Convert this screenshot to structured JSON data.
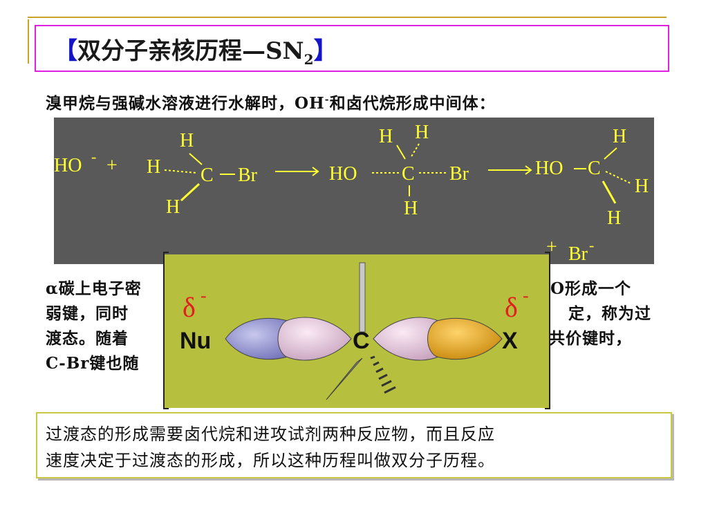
{
  "title": {
    "bracket_open": "【",
    "main": "双分子亲核历程—SN",
    "sub": "2",
    "bracket_close": "】"
  },
  "intro": {
    "before": "溴甲烷与强碱水溶液进行水解时，OH",
    "sup": "-",
    "after": "和卤代烷形成中间体："
  },
  "scheme": {
    "hydroxide": "HO",
    "minus": "-",
    "plus": "+",
    "h": "H",
    "c": "C",
    "br": "Br",
    "ho": "HO",
    "product_plus": "+",
    "bromide": "Br",
    "bromide_minus": "-"
  },
  "paragraph": {
    "line1_left": "α碳上电子密",
    "line1_right": "O形成一个",
    "line2_left": "弱键，同时",
    "line2_right": "定，称为过",
    "line3_left": "渡态。随着",
    "line3_right": "共价键时，",
    "line4_left": "C-Br键也随"
  },
  "transition_state": {
    "delta_left": "δ",
    "delta_left_sign": "-",
    "delta_right": "δ",
    "delta_right_sign": "-",
    "nu": "Nu",
    "c": "C",
    "x": "X"
  },
  "summary": {
    "line1": "过渡态的形成需要卤代烷和进攻试剂两种反应物，而且反应",
    "line2": "速度决定于过渡态的形成，所以这种历程叫做双分子历程。"
  },
  "colors": {
    "title_border": "#e020e0",
    "scheme_bg": "#595959",
    "scheme_text": "#ffff33",
    "panel_bg": "#b7bf3e",
    "lobe_blue": "#8c8ccc",
    "lobe_pink": "#e4c4dc",
    "lobe_orange": "#e6a51c",
    "delta_red": "#e02020"
  }
}
